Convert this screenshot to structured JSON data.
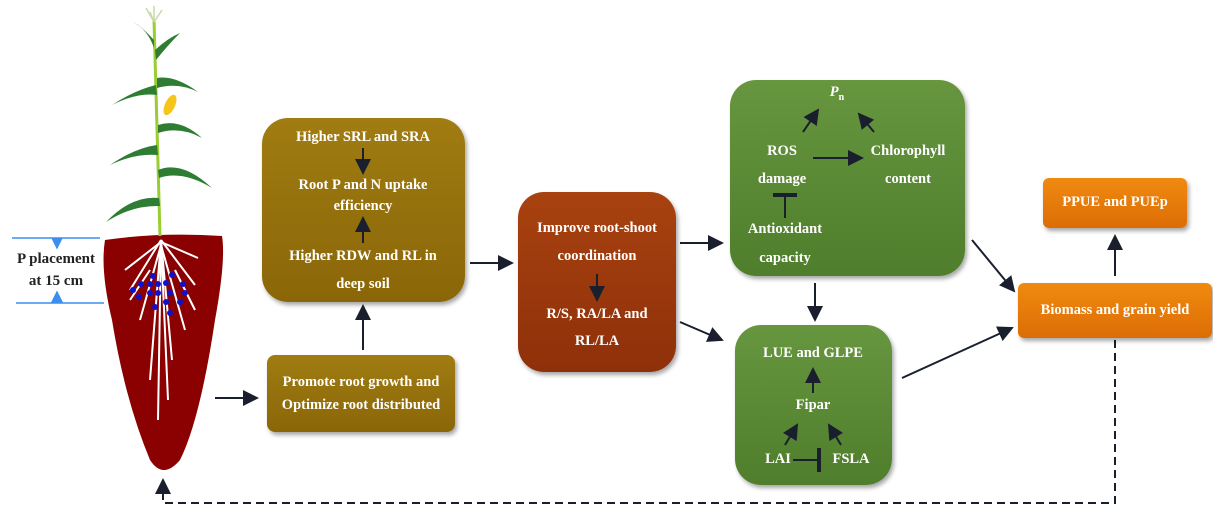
{
  "left_label": {
    "line1": "P placement",
    "line2": "at 15 cm"
  },
  "box_root_traits": {
    "l1": "Higher SRL and SRA",
    "l2": "Root P and N uptake",
    "l3": "efficiency",
    "l4": "Higher RDW and RL in",
    "l5": "deep soil"
  },
  "box_promote": {
    "l1": "Promote root growth and",
    "l2": "Optimize root distributed"
  },
  "box_coordination": {
    "l1": "Improve root-shoot",
    "l2": "coordination",
    "l3": "R/S, RA/LA and",
    "l4": "RL/LA"
  },
  "box_photosynthesis": {
    "pn": "P",
    "pn_sub": "n",
    "ros1": "ROS",
    "ros2": "damage",
    "chl1": "Chlorophyll",
    "chl2": "content",
    "anti1": "Antioxidant",
    "anti2": "capacity"
  },
  "box_light": {
    "lue": "LUE and GLPE",
    "fipar": "Fipar",
    "lai": "LAI",
    "fsla": "FSLA"
  },
  "box_ppue": {
    "label": "PPUE and PUEp"
  },
  "box_yield": {
    "label": "Biomass and grain yield"
  },
  "colors": {
    "gold": "#957110",
    "red": "#9b3a0e",
    "green": "#5a8a35",
    "orange": "#e87c0a",
    "soil": "#8b0000",
    "p_dots": "#1010d0"
  }
}
